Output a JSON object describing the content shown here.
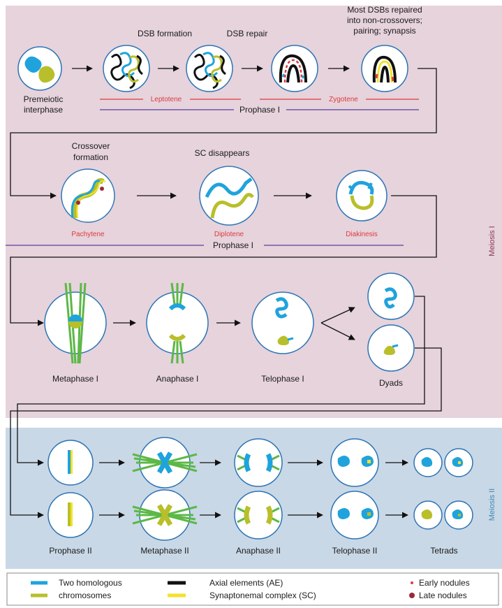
{
  "colors": {
    "meiosis1_bg": "#e6d3dc",
    "meiosis2_bg": "#c9d8e6",
    "cell_outline": "#2c74b5",
    "chrom_blue": "#1fa3dc",
    "chrom_olive": "#b8bf2a",
    "axial": "#111111",
    "sc_yellow": "#f2e22a",
    "spindle": "#5cb847",
    "substage_red": "#e0393e",
    "prophase_purple": "#5a3d9a",
    "early_nodule": "#e0393e",
    "late_nodule": "#9a2a3a",
    "meiosis1_text": "#8a3550",
    "meiosis2_text": "#3f88b5"
  },
  "row1": {
    "stage_first": "Premeiotic interphase",
    "note_dsb_formation": "DSB formation",
    "note_dsb_repair": "DSB repair",
    "note_noncrossover_1": "Most DSBs repaired",
    "note_noncrossover_2": "into non-crossovers;",
    "note_noncrossover_3": "pairing; synapsis",
    "sub_leptotene": "Leptotene",
    "sub_zygotene": "Zygotene",
    "prophase": "Prophase I",
    "premeiotic_1": "Premeiotic",
    "premeiotic_2": "interphase"
  },
  "row2": {
    "note_crossover_1": "Crossover",
    "note_crossover_2": "formation",
    "note_sc": "SC disappears",
    "sub_pachytene": "Pachytene",
    "sub_diplotene": "Diplotene",
    "sub_diakinesis": "Diakinesis",
    "prophase": "Prophase I"
  },
  "row3": {
    "stages": [
      "Metaphase I",
      "Anaphase I",
      "Telophase I",
      "Dyads"
    ]
  },
  "meiosis2": {
    "stages": [
      "Prophase II",
      "Metaphase II",
      "Anaphase II",
      "Telophase II",
      "Tetrads"
    ]
  },
  "side_labels": {
    "meiosis1": "Meiosis I",
    "meiosis2": "Meiosis II"
  },
  "legend": {
    "homologous_1": "Two homologous",
    "homologous_2": "chromosomes",
    "axial": "Axial elements (AE)",
    "sc": "Synaptonemal complex (SC)",
    "early": "Early nodules",
    "late": "Late nodules"
  }
}
